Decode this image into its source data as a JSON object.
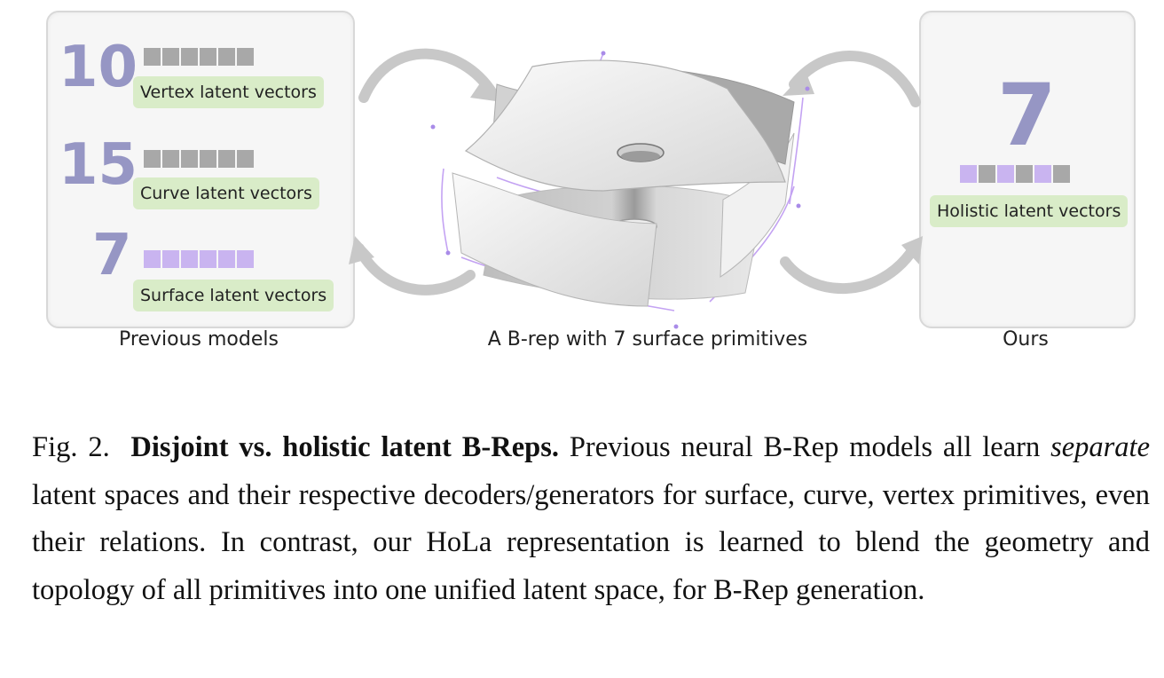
{
  "figure": {
    "left_panel": {
      "rows": [
        {
          "count": "10",
          "label": "Vertex latent vectors",
          "kind": "gray"
        },
        {
          "count": "15",
          "label": "Curve latent vectors",
          "kind": "gray"
        },
        {
          "count": "7",
          "label": "Surface latent vectors",
          "kind": "purple"
        }
      ],
      "caption": "Previous models"
    },
    "center": {
      "caption": "A B-rep with 7 surface primitives"
    },
    "right_panel": {
      "count": "7",
      "label": "Holistic latent vectors",
      "caption": "Ours"
    },
    "colors": {
      "number": "#9696c4",
      "gray_cell": "#a8a8a8",
      "purple_cell": "#c9b4f0",
      "tag_bg": "#d9ecc8",
      "arrow": "#c8c8c8",
      "edge_line": "#b58cf0"
    }
  },
  "caption": {
    "fig_label": "Fig. 2.",
    "title": "Disjoint vs. holistic latent B-Reps.",
    "text_1": " Previous neural B-Rep models all learn ",
    "emph": "separate",
    "text_2": " latent spaces and their respective decoders/generators for surface, curve, vertex primitives, even their relations. In contrast, our HoLa representation is learned to blend the geometry and topology of all primitives into one unified latent space, for B-Rep generation."
  }
}
